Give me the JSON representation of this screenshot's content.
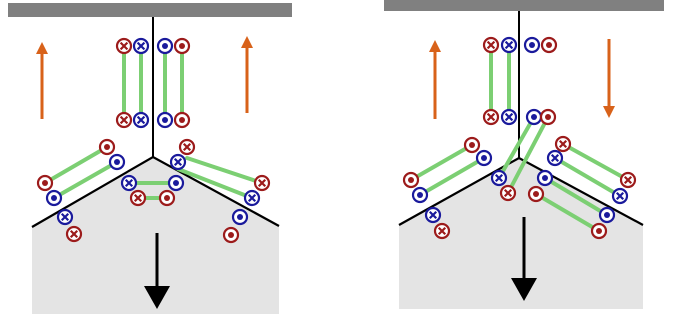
{
  "colors": {
    "bar": "#808080",
    "region": "#e4e4e4",
    "boundary": "#000000",
    "link": "#7ccf73",
    "red_site": "#9c1b1b",
    "blue_site": "#1a1a9c",
    "orange_arrow": "#d8621a",
    "black_arrow": "#000000"
  },
  "symbols": {
    "dot": "dot-in-circle",
    "cross": "x-in-circle",
    "plus": "plus-in-circle"
  },
  "panels": [
    {
      "name": "left",
      "upper_arrows": [
        "up",
        "up"
      ],
      "lower_arrow": "down"
    },
    {
      "name": "right",
      "upper_arrows": [
        "up",
        "down"
      ],
      "lower_arrow": "down"
    }
  ]
}
